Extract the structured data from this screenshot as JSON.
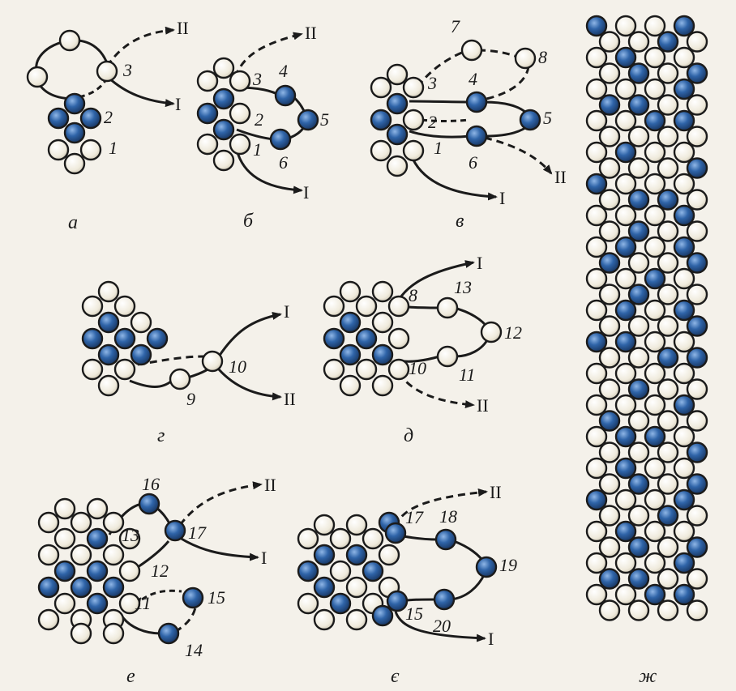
{
  "colors": {
    "background": "#f4f1ea",
    "white_bead": "#f3f0e6",
    "blue_bead": "#2c5d9e",
    "outline": "#1b1b1b",
    "thread": "#1b1b1b"
  },
  "panels": [
    {
      "id": "a",
      "caption": "а",
      "labels": [
        "1",
        "2",
        "3"
      ],
      "thread_labels": [
        "I",
        "II"
      ]
    },
    {
      "id": "b",
      "caption": "б",
      "labels": [
        "1",
        "2",
        "3",
        "4",
        "5",
        "6"
      ],
      "thread_labels": [
        "I",
        "II"
      ]
    },
    {
      "id": "v",
      "caption": "в",
      "labels": [
        "1",
        "2",
        "3",
        "4",
        "5",
        "6",
        "7",
        "8"
      ],
      "thread_labels": [
        "I",
        "II"
      ]
    },
    {
      "id": "g",
      "caption": "г",
      "labels": [
        "9",
        "10"
      ],
      "thread_labels": [
        "I",
        "II"
      ]
    },
    {
      "id": "d",
      "caption": "д",
      "labels": [
        "8",
        "10",
        "11",
        "12",
        "13"
      ],
      "thread_labels": [
        "I",
        "II"
      ]
    },
    {
      "id": "e",
      "caption": "е",
      "labels": [
        "11",
        "12",
        "13",
        "14",
        "15",
        "16",
        "17"
      ],
      "thread_labels": [
        "I",
        "II"
      ]
    },
    {
      "id": "ye",
      "caption": "є",
      "labels": [
        "15",
        "17",
        "18",
        "19",
        "20"
      ],
      "thread_labels": [
        "I",
        "II"
      ]
    },
    {
      "id": "zh",
      "caption": "ж",
      "labels": [],
      "thread_labels": []
    }
  ]
}
